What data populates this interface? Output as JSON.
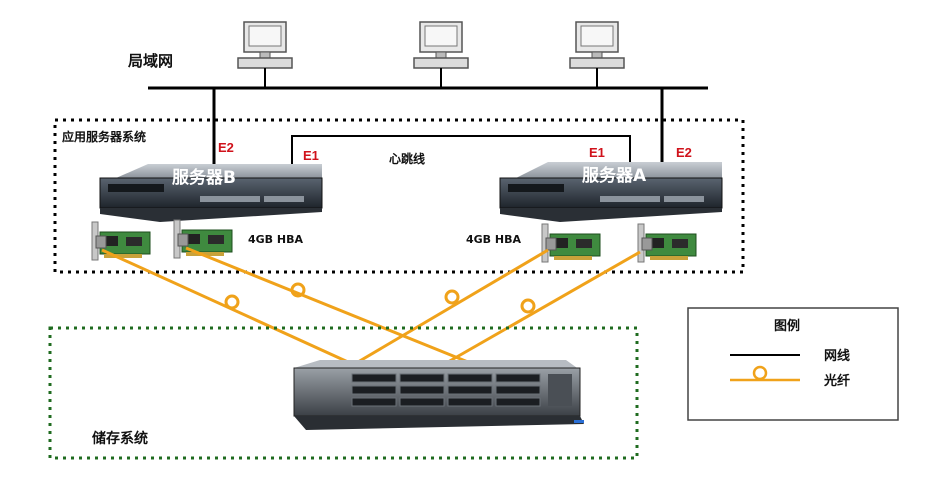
{
  "lan_label": "局域网",
  "app_system_label": "应用服务器系统",
  "server_b_label": "服务器B",
  "server_a_label": "服务器A",
  "port_e1": "E1",
  "port_e2": "E2",
  "heartbeat_label": "心跳线",
  "hba_label": "4GB HBA",
  "storage_label": "储存系统",
  "legend": {
    "title": "图例",
    "network_label": "网线",
    "fiber_label": "光纤"
  },
  "colors": {
    "fiber": "#f0a21a",
    "app_border": "#000000",
    "storage_border": "#1f6b1f",
    "port_label": "#d0121b"
  }
}
